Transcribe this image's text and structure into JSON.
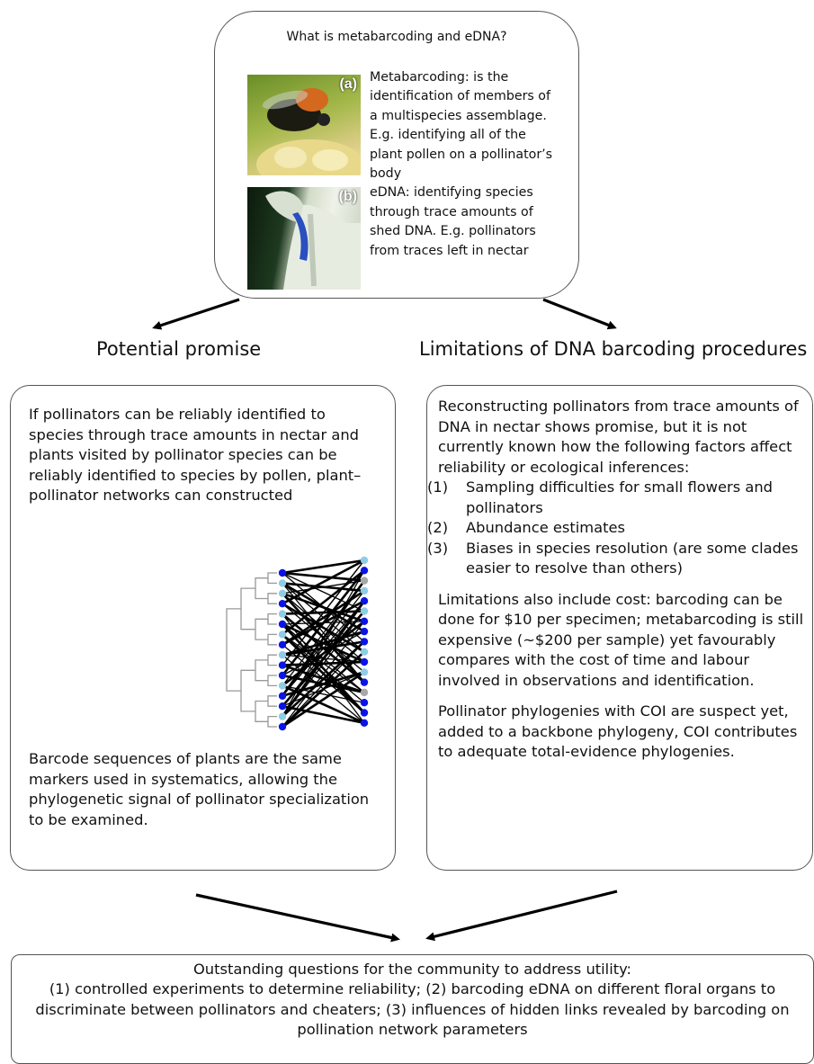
{
  "top": {
    "title": "What is metabarcoding and eDNA?",
    "photo_a_label": "(a)",
    "photo_b_label": "(b)",
    "metabarcoding_text": "Metabarcoding: is the identification of members of a multispecies assemblage. E.g. identifying all of the plant pollen on a pollinator’s body",
    "edna_text": "eDNA: identifying species through trace amounts of shed DNA. E.g. pollinators from traces left in nectar"
  },
  "headings": {
    "left": "Potential promise",
    "right": "Limitations of DNA barcoding procedures"
  },
  "left_panel": {
    "intro": "If pollinators can be reliably identified to species through trace amounts in nectar and plants visited by pollinator species can be reliably identified to species by pollen, plant–pollinator networks can constructed",
    "outro": "Barcode sequences of plants are the same markers used in systematics, allowing the phylogenetic signal of pollinator specialization to be examined."
  },
  "right_panel": {
    "intro": "Reconstructing pollinators from trace amounts of DNA in nectar shows promise, but it is not currently known how the following factors affect reliability or ecological inferences:",
    "items": [
      {
        "num": "(1)",
        "text": "Sampling difficulties for small flowers and pollinators"
      },
      {
        "num": "(2)",
        "text": "Abundance estimates"
      },
      {
        "num": "(3)",
        "text": "Biases in species resolution (are some clades easier to resolve than others)"
      }
    ],
    "cost": "Limitations also include cost: barcoding can be done for $10 per specimen; metabarcoding is still expensive (~$200 per sample) yet favourably compares with the cost of time and labour involved in observations and identification.",
    "phylogeny": "Pollinator phylogenies with COI are suspect yet, added to a backbone phylogeny, COI contributes to adequate total-evidence phylogenies."
  },
  "bottom": {
    "title": "Outstanding questions for the community to address utility:",
    "body": "(1) controlled experiments to determine reliability; (2) barcoding eDNA on different floral organs to discriminate between pollinators and cheaters; (3) influences of hidden links revealed by barcoding on pollination network parameters"
  },
  "colors": {
    "node_dark": "#0a14e6",
    "node_light": "#8ecde6",
    "node_gray": "#a8a8a8",
    "tree": "#999999"
  },
  "network": {
    "left_nodes": [
      "dark",
      "light",
      "light",
      "dark",
      "light",
      "dark",
      "light",
      "dark",
      "light",
      "dark",
      "dark",
      "light",
      "dark",
      "dark",
      "light",
      "dark"
    ],
    "right_nodes": [
      "light",
      "dark",
      "gray",
      "light",
      "dark",
      "light",
      "dark",
      "dark",
      "dark",
      "light",
      "dark",
      "light",
      "dark",
      "gray",
      "dark",
      "dark",
      "dark"
    ]
  }
}
